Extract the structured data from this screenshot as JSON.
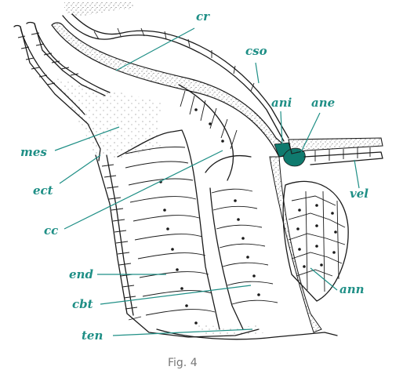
{
  "labels": {
    "cr": "cr",
    "cso": "cso",
    "ani": "ani",
    "ane": "ane",
    "mes": "mes",
    "ect": "ect",
    "vel": "vel",
    "cc": "cc",
    "end": "end",
    "ann": "ann",
    "cbt": "cbt",
    "ten": "ten"
  },
  "caption": "Fig. 4",
  "colors": {
    "label": "#1f8f86",
    "ink": "#1a1a1a",
    "nerve_tissue": "#0f7a6e",
    "caption": "#777777"
  }
}
